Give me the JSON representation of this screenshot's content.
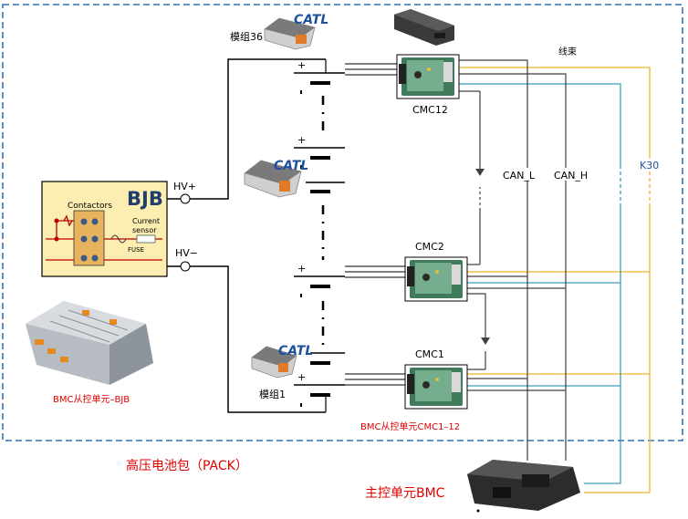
{
  "labels": {
    "module_36": "模组36",
    "module_1": "模组1",
    "catl": "CATL",
    "hv_plus": "HV+",
    "hv_minus": "HV−",
    "cmc12": "CMC12",
    "cmc2": "CMC2",
    "cmc1": "CMC1",
    "wire_harness": "线束",
    "can_l": "CAN_L",
    "can_h": "CAN_H",
    "k30": "K30",
    "contactors": "Contactors",
    "bjb_logo": "BJB",
    "current_sensor_1": "Current",
    "current_sensor_2": "sensor",
    "fuse": "FUSE",
    "bjb_caption": "BMC从控单元–BJB",
    "cmc_caption": "BMC从控单元CMC1–12",
    "pack_title": "高压电池包（PACK）",
    "bmc_master": "主控单元BMC",
    "plus": "+"
  },
  "colors": {
    "frame_dashed": "#2e74b5",
    "red_text": "#e00000",
    "can_line": "#404040",
    "k30_line": "#f0b429",
    "teal_line": "#3aa0b8",
    "box_yellow": "#fbeeb0",
    "catl_blue": "#1c4f9c"
  }
}
